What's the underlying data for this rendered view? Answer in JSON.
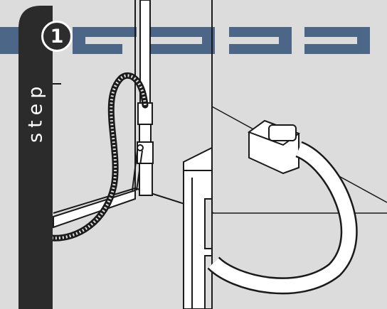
{
  "step": {
    "label": "step",
    "number": "1"
  },
  "colors": {
    "banner": "#3d5a7e",
    "panel_bg": "#dcdcdc",
    "tab_bg": "#2b2b2b",
    "line": "#1a1a1a"
  },
  "icons": [
    "gas-supply-pipe",
    "ball-valve",
    "flexible-hose",
    "range-gas-inlet",
    "range-cabinet"
  ]
}
